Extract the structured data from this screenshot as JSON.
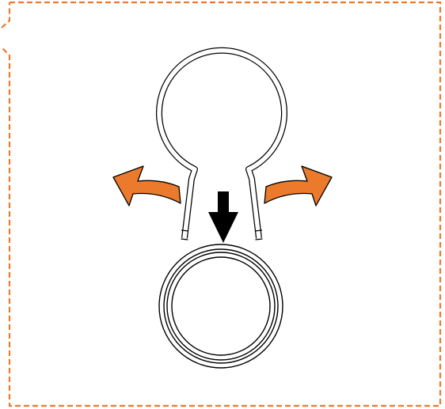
{
  "diagram": {
    "colors": {
      "background": "#ffffff",
      "dashed_border": "#ec7a2c",
      "outward_arrow": "#ec7a2c",
      "outline": "#000000",
      "down_arrow": "#000000"
    },
    "elements": [
      {
        "id": "dashed-frame",
        "kind": "dashed-outline"
      },
      {
        "id": "open-ring-clip",
        "kind": "open-loop-with-legs"
      },
      {
        "id": "down-arrow",
        "kind": "arrow",
        "direction": "down"
      },
      {
        "id": "left-spread-arrow",
        "kind": "arrow",
        "direction": "up-left"
      },
      {
        "id": "right-spread-arrow",
        "kind": "arrow",
        "direction": "up-right"
      },
      {
        "id": "closed-ring",
        "kind": "double-circle"
      }
    ]
  }
}
